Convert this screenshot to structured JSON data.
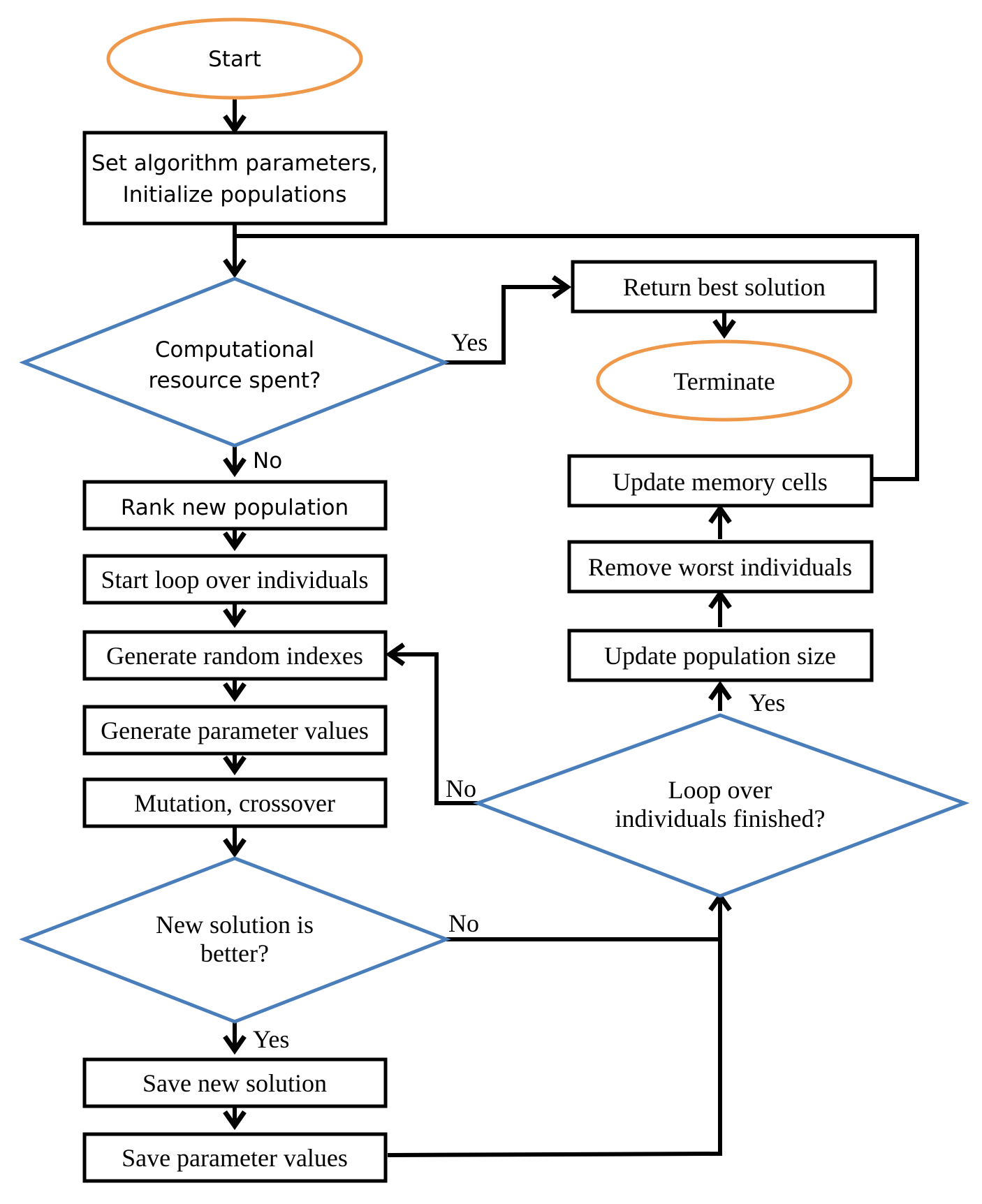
{
  "colors": {
    "terminator_stroke": "#F0984A",
    "decision_stroke": "#4A7EBB",
    "line": "#000000",
    "background": "#FFFFFF"
  },
  "nodes": {
    "start": "Start",
    "set_params_1": "Set algorithm parameters,",
    "set_params_2": "Initialize populations",
    "computational_1": "Computational",
    "computational_2": "resource spent?",
    "return_best": "Return best solution",
    "terminate": "Terminate",
    "update_memory": "Update memory cells",
    "remove_worst": "Remove worst individuals",
    "update_popsize": "Update population size",
    "rank": "Rank new population",
    "start_loop": "Start loop over individuals",
    "gen_indexes": "Generate random indexes",
    "gen_params": "Generate parameter values",
    "mutation": "Mutation, crossover",
    "new_better_1": "New solution is",
    "new_better_2": "better?",
    "loop_over_1": "Loop over",
    "loop_over_2": "individuals finished?",
    "save_solution": "Save new solution",
    "save_params": "Save parameter values"
  },
  "edge_labels": {
    "comp_yes": "Yes",
    "comp_no": "No",
    "loop_yes": "Yes",
    "loop_no": "No",
    "better_no": "No",
    "better_yes": "Yes"
  }
}
